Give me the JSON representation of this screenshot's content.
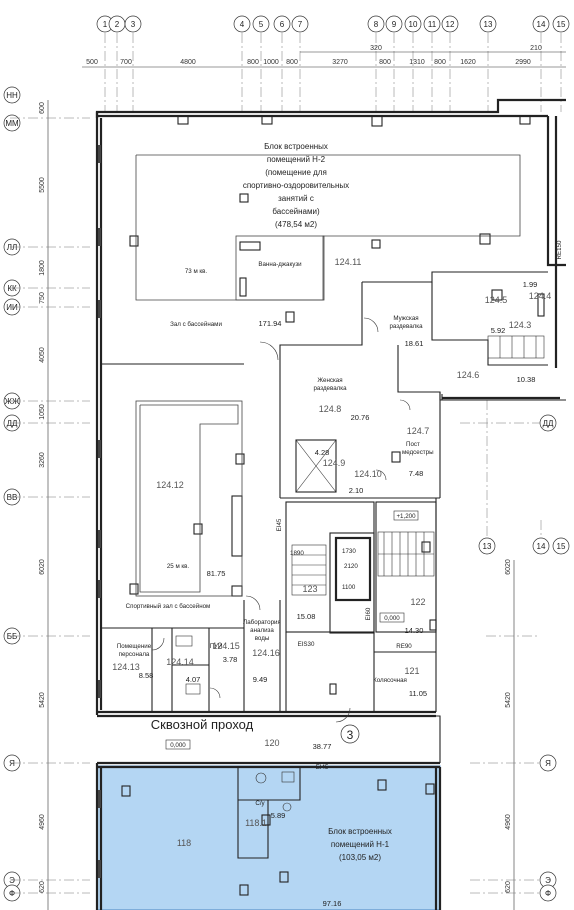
{
  "axes_top": [
    "1",
    "2",
    "3",
    "4",
    "5",
    "6",
    "7",
    "8",
    "9",
    "10",
    "11",
    "12",
    "13",
    "14",
    "15"
  ],
  "axes_side": [
    "НН",
    "ММ",
    "ЛЛ",
    "КК",
    "ИИ",
    "ЖЖ",
    "ДД",
    "ВВ",
    "ББ",
    "Я",
    "Э",
    "Ф"
  ],
  "dims_top": [
    "500",
    "700",
    "4800",
    "800",
    "1000",
    "800",
    "3270",
    "800",
    "1310",
    "800",
    "1620",
    "2990"
  ],
  "dims_top_extra": [
    "320",
    "210"
  ],
  "dims_left": [
    "600",
    "5500",
    "1800",
    "750",
    "4050",
    "1050",
    "3260",
    "6020",
    "5420",
    "4960",
    "620"
  ],
  "dims_right": [
    "6020",
    "5420",
    "4960",
    "620"
  ],
  "fire_ratings": [
    "RE150",
    "EI45",
    "EIS30",
    "RE90",
    "EI60",
    "EI45"
  ],
  "titles": {
    "block_h2": [
      "Блок встроенных",
      "помещений Н-2",
      "(помещение для",
      "спортивно-оздоровительных",
      "занятий с",
      "бассейнами)",
      "(478,54 м2)"
    ],
    "block_h1": [
      "Блок встроенных",
      "помещений Н-1",
      "(103,05 м2)"
    ],
    "passage": "Сквозной проход"
  },
  "rooms": {
    "r124_11": {
      "num": "124.11",
      "label": "73 м кв."
    },
    "jacuzzi": {
      "label": "Ванна-джакузи"
    },
    "hall": {
      "label": "Зал с бассейнами",
      "area": "171.94"
    },
    "r124_5": {
      "num": "124.5",
      "area": "1.99"
    },
    "r124_4": {
      "num": "124.4"
    },
    "r124_3": {
      "num": "124.3",
      "area": "5.92"
    },
    "r124_6": {
      "num": "124.6",
      "area": "10.38"
    },
    "men": {
      "label": [
        "Мужская",
        "раздевалка"
      ],
      "area": "18.61"
    },
    "women": {
      "num": "124.8",
      "label": [
        "Женская",
        "раздевалка"
      ],
      "area": "20.76"
    },
    "r124_7": {
      "num": "124.7",
      "label": [
        "Пост",
        "медсестры"
      ],
      "area": "7.48"
    },
    "r124_9": {
      "num": "124.9",
      "area": "4.28"
    },
    "r124_10": {
      "num": "124.10",
      "area": "2.10"
    },
    "r124_12": {
      "num": "124.12",
      "label": "25 м кв.",
      "area": "81.75"
    },
    "sport": {
      "label": "Спортивный зал с бассейном"
    },
    "r123": {
      "num": "123",
      "area": "15.08",
      "d1": "1890",
      "d2": "1730",
      "d3": "1100",
      "d4": "2120"
    },
    "r122": {
      "num": "122",
      "area": "14.30",
      "level": "0,000",
      "level2": "+1,200"
    },
    "r124_13": {
      "num": "124.13",
      "label": [
        "Помещение",
        "персонала"
      ],
      "area": "8.58"
    },
    "r124_14": {
      "num": "124.14",
      "area": "4.07"
    },
    "r124_15": {
      "num": "124.15",
      "label": "ПУИ",
      "area": "3.78"
    },
    "r124_16": {
      "num": "124.16",
      "label": [
        "Лаборатория",
        "анализа",
        "воды"
      ],
      "area": "9.49"
    },
    "r121": {
      "num": "121",
      "label": "Колясочная",
      "area": "11.05"
    },
    "r120": {
      "num": "120",
      "area": "38.77",
      "level": "0,000",
      "stair": "3"
    },
    "r118": {
      "num": "118"
    },
    "r118_1": {
      "num": "118.1",
      "label": "С/у",
      "area": "5.89"
    },
    "bottom": {
      "area": "97.16"
    }
  },
  "colors": {
    "highlight": "#b4d6f3",
    "highlight_stroke": "#4a86c2",
    "wall": "#222222"
  }
}
